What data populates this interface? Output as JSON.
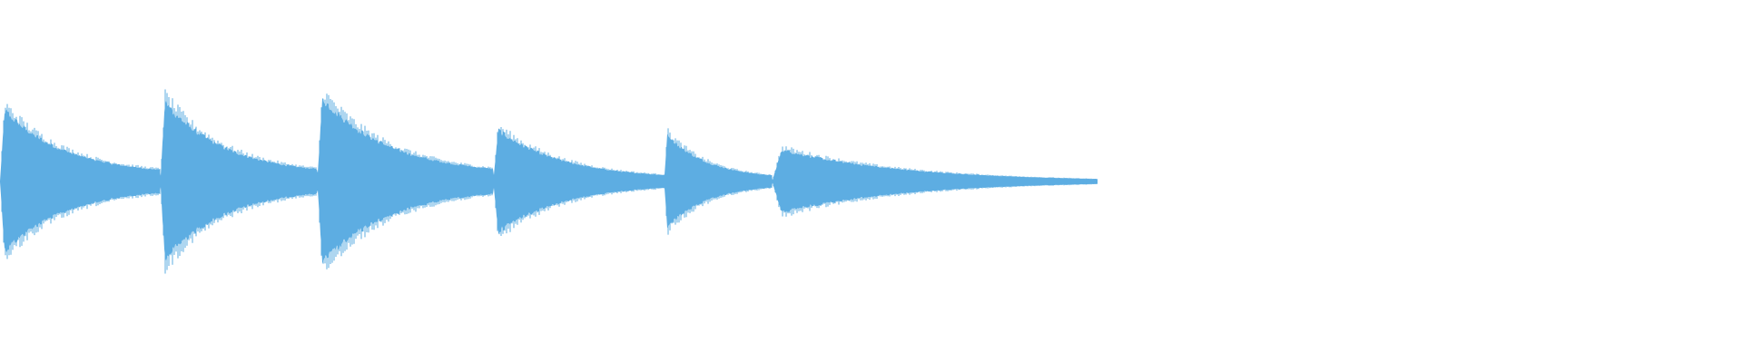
{
  "waveform": {
    "color": "#5dade2",
    "duration_fraction_with_sound": 0.63,
    "notes": [
      {
        "onset": 0.0,
        "peak_amplitude": 0.58,
        "sustain_amplitude": 0.05,
        "decay_end": 0.092
      },
      {
        "onset": 0.092,
        "peak_amplitude": 0.65,
        "sustain_amplitude": 0.05,
        "decay_end": 0.182
      },
      {
        "onset": 0.182,
        "peak_amplitude": 0.68,
        "sustain_amplitude": 0.05,
        "decay_end": 0.283
      },
      {
        "onset": 0.283,
        "peak_amplitude": 0.42,
        "sustain_amplitude": 0.02,
        "decay_end": 0.381
      },
      {
        "onset": 0.381,
        "peak_amplitude": 0.38,
        "sustain_amplitude": 0.02,
        "decay_end": 0.443
      },
      {
        "onset": 0.443,
        "peak_amplitude": 0.26,
        "sustain_amplitude": 0.0,
        "decay_end": 0.63
      }
    ]
  }
}
